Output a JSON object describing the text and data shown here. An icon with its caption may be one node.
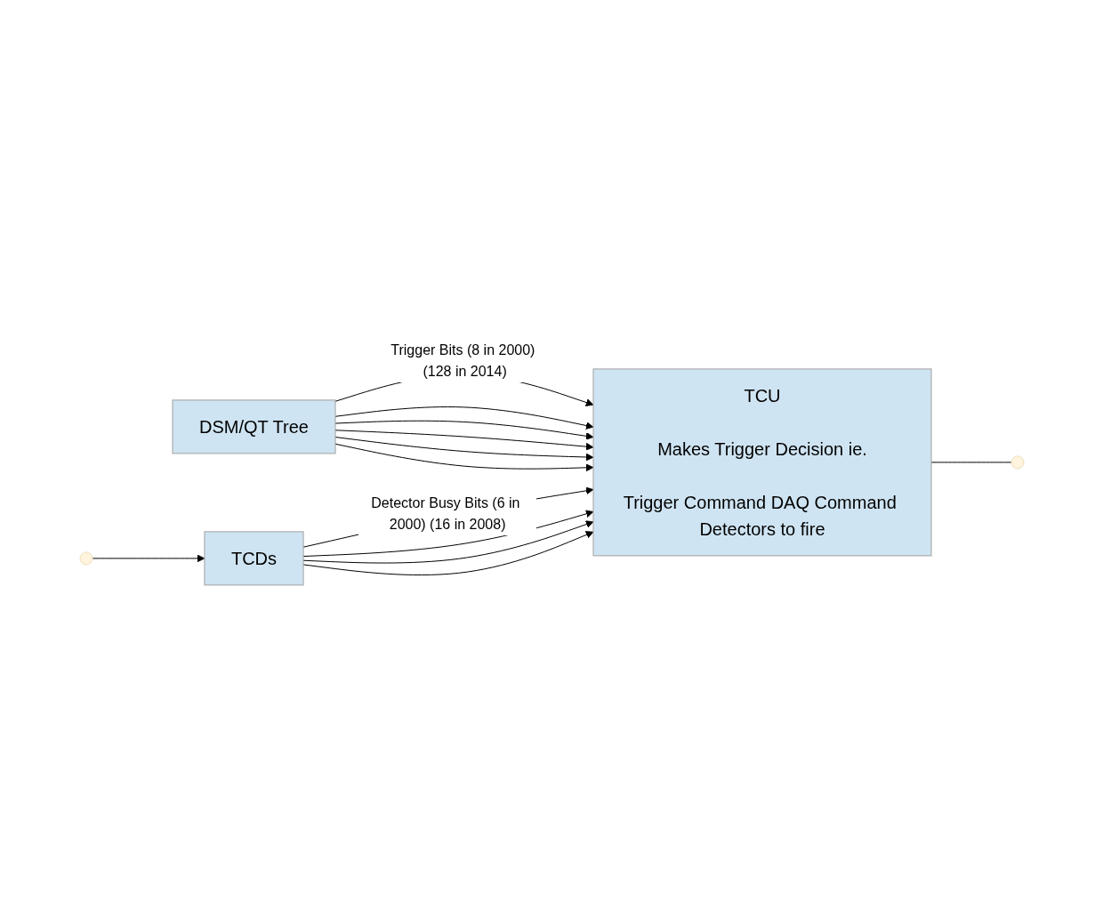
{
  "diagram": {
    "nodes": [
      {
        "text": [
          "DSM/QT Tree"
        ]
      },
      {
        "text": [
          "TCU",
          "Makes Trigger Decision ie.",
          "Trigger Command DAQ Command Detectors to fire"
        ]
      },
      {
        "text": [
          "TCDs"
        ]
      }
    ],
    "edges": [
      {
        "from": 0,
        "to": 1,
        "arrow": "to",
        "label": "Trigger Bits (8 in 2000) (128 in 2014)"
      },
      {
        "from": 0,
        "to": 1,
        "arrow": "to"
      },
      {
        "from": 0,
        "to": 1,
        "arrow": "to"
      },
      {
        "from": 0,
        "to": 1,
        "arrow": "to"
      },
      {
        "from": 0,
        "to": 1,
        "arrow": "to"
      },
      {
        "from": 0,
        "to": 1,
        "arrow": "to"
      },
      {
        "from": 2,
        "to": 1,
        "arrow": "to",
        "label": "Detector Busy Bits (6 in 2000) (16 in 2008)"
      },
      {
        "from": 2,
        "to": 1,
        "arrow": "to"
      },
      {
        "from": 2,
        "to": 1,
        "arrow": "to"
      },
      {
        "from": 2,
        "to": 1,
        "arrow": "to"
      },
      {
        "from": null,
        "to": 2,
        "arrow": "to"
      },
      {
        "from": 1,
        "to": null,
        "arrow": "none"
      }
    ]
  }
}
